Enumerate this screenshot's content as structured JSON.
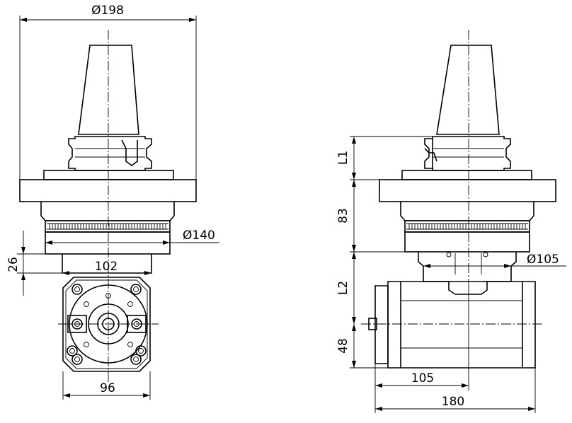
{
  "dimensions": {
    "d198": "Ø198",
    "d140": "Ø140",
    "d26": "26",
    "d102": "102",
    "d96": "96",
    "l1": "L1",
    "d83": "83",
    "d105_dia": "Ø105",
    "l2": "L2",
    "d48": "48",
    "d105": "105",
    "d180": "180"
  },
  "colors": {
    "line": "#000000",
    "background": "#ffffff"
  }
}
